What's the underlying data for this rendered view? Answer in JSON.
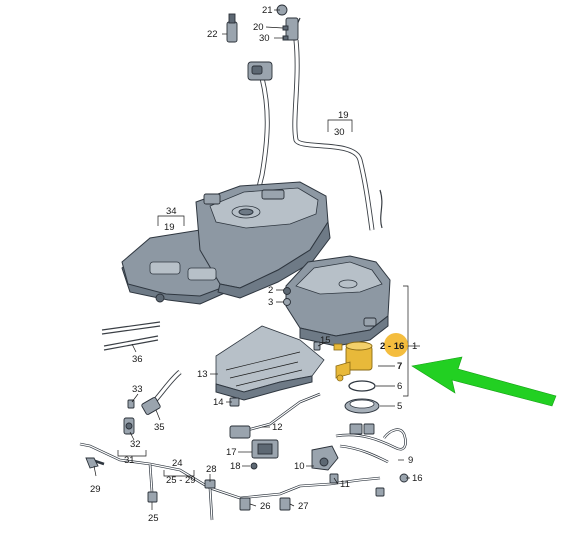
{
  "labels": {
    "p1": "1",
    "p2a": "2",
    "p3": "3",
    "p5": "5",
    "p6": "6",
    "p7": "7",
    "p9": "9",
    "p10": "10",
    "p11": "11",
    "p12": "12",
    "p13": "13",
    "p14": "14",
    "p15": "15",
    "p16": "16",
    "p17": "17",
    "p18": "18",
    "p20": "20",
    "p21": "21",
    "p22": "22",
    "p24": "24",
    "p25": "25",
    "p26": "26",
    "p27": "27",
    "p28": "28",
    "p29": "29",
    "p30a": "30",
    "p30b": "30",
    "p31": "31",
    "p32": "32",
    "p33": "33",
    "p34": "34",
    "p35": "35",
    "p36": "36",
    "p19": "19",
    "r25_29": "25 - 29",
    "r2_16": "2 - 16"
  },
  "colors": {
    "highlight_badge": "#f2b21c",
    "highlight_part": "#e8b93a",
    "arrow": "#22d022"
  }
}
